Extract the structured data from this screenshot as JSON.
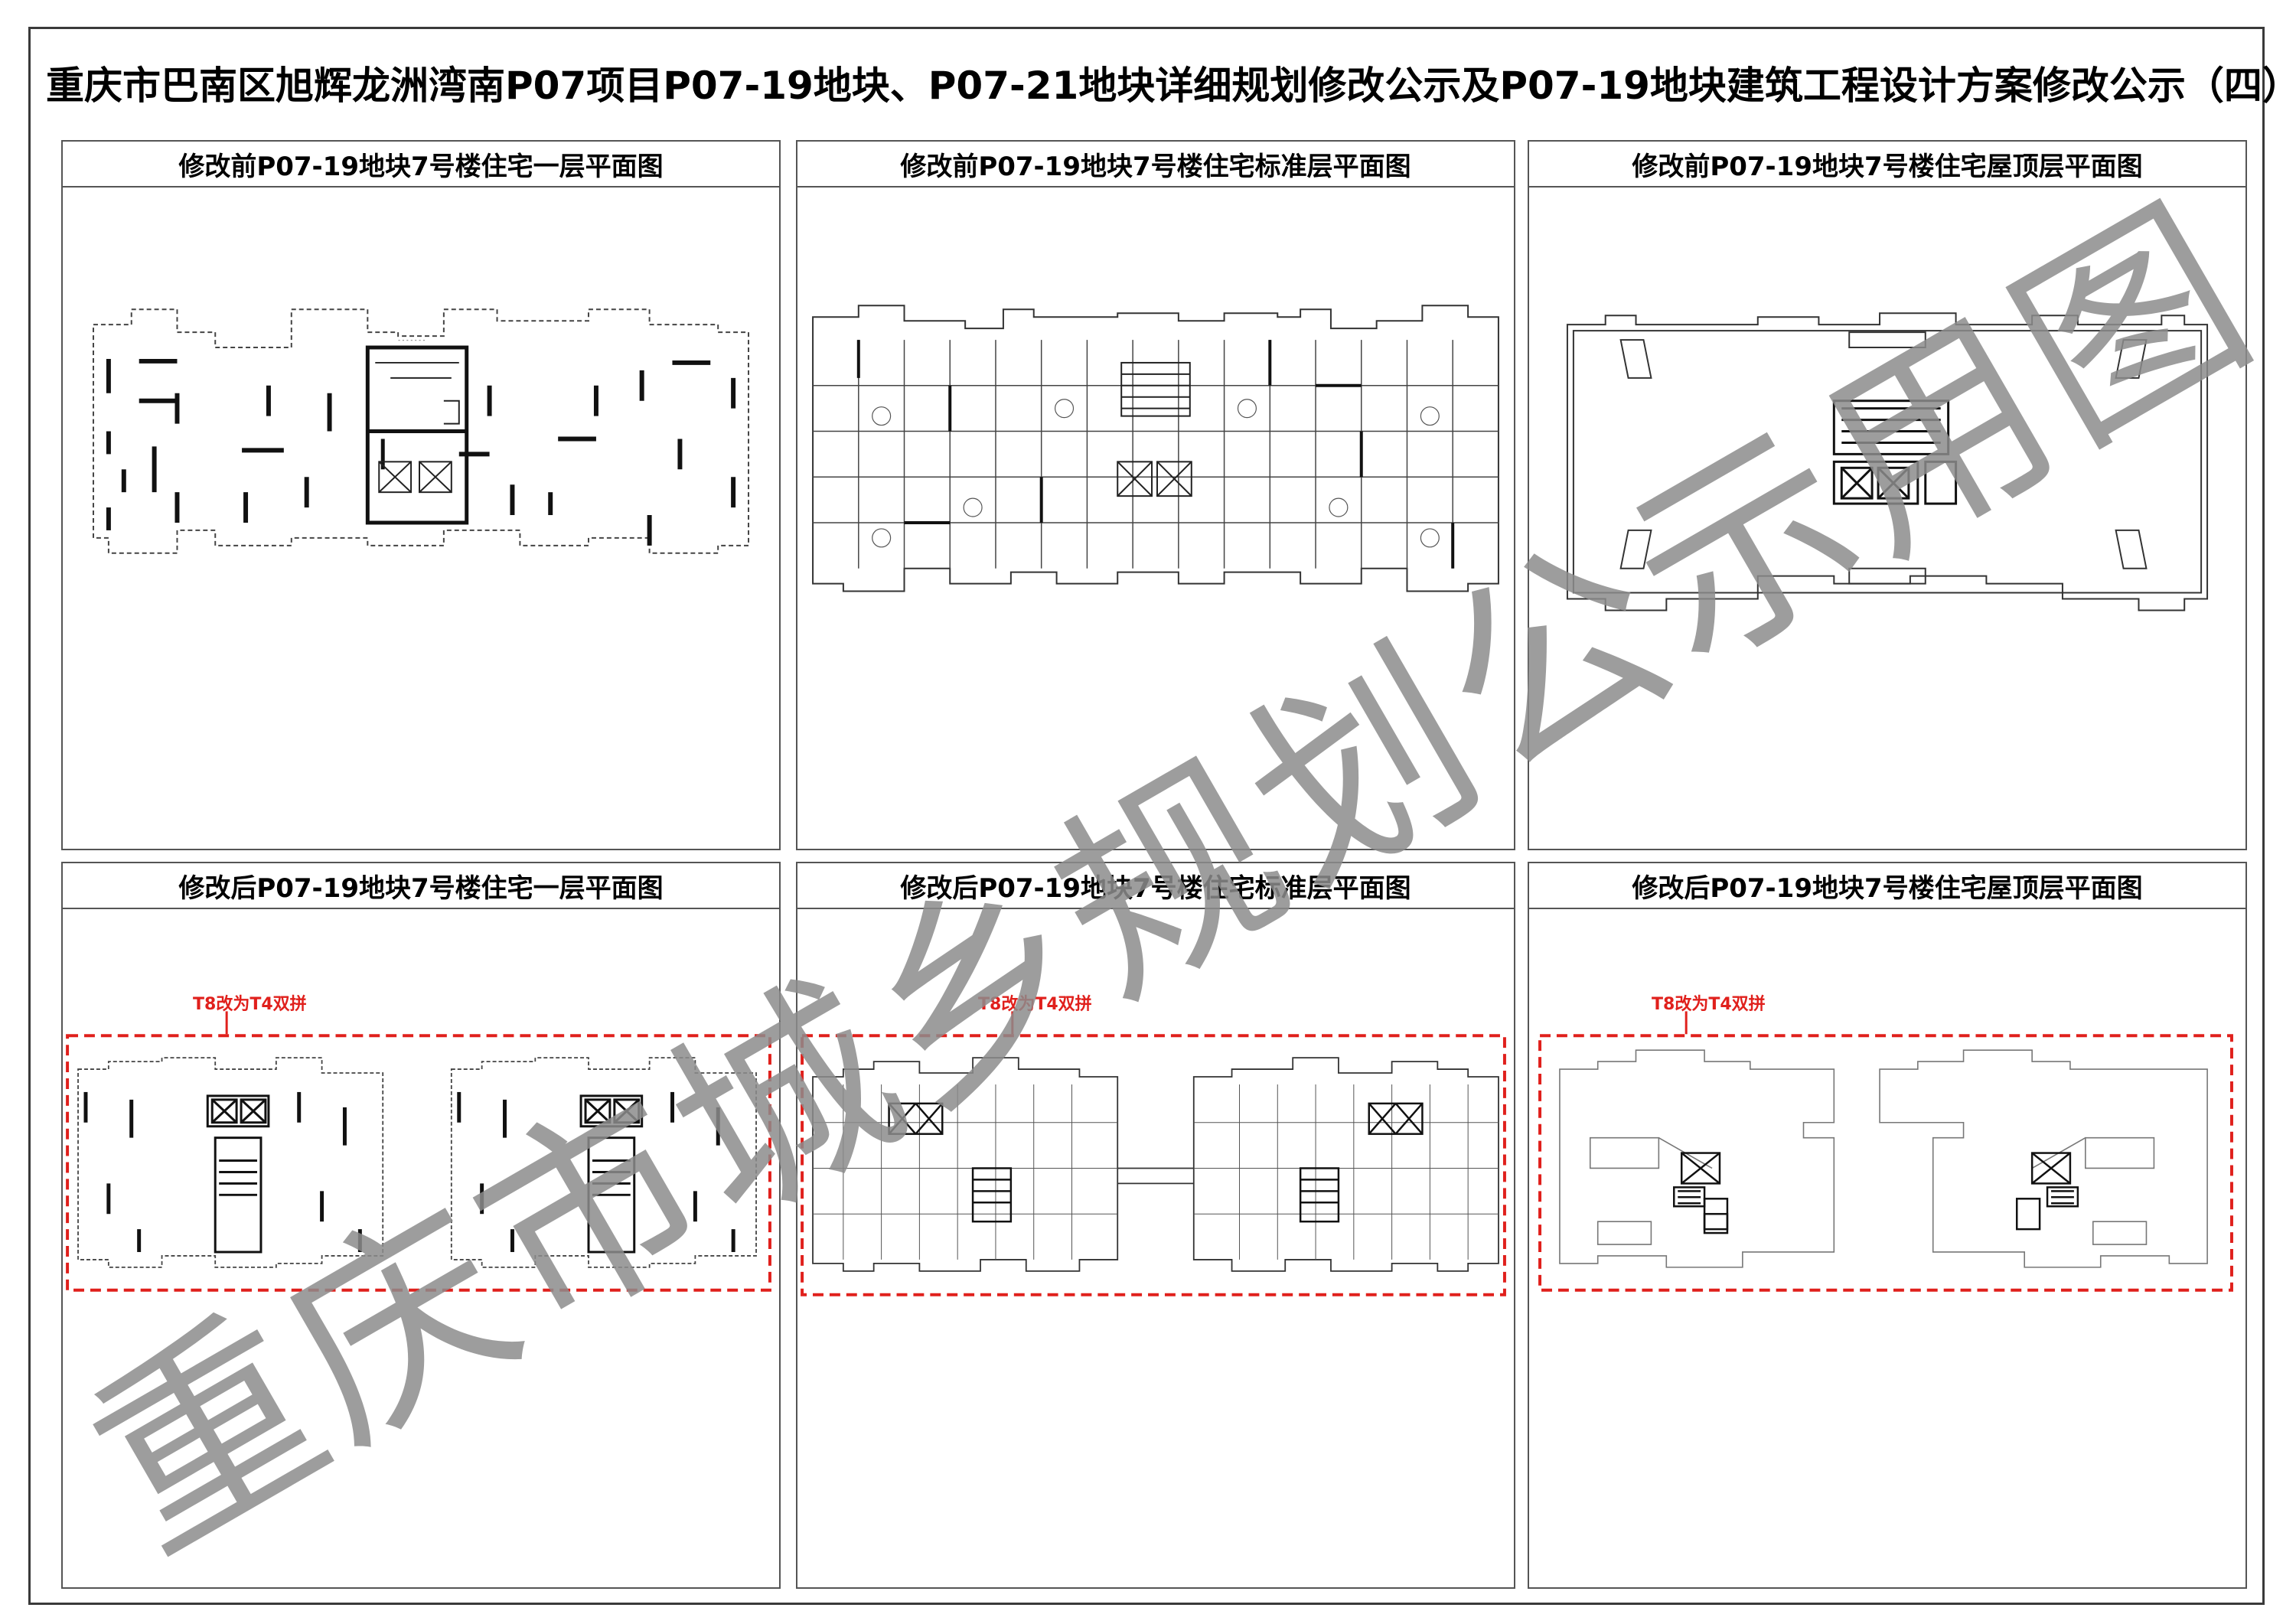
{
  "title": "重庆市巴南区旭辉龙洲湾南P07项目P07-19地块、P07-21地块详细规划修改公示及P07-19地块建筑工程设计方案修改公示（四）",
  "panels": [
    {
      "heading": "修改前P07-19地块7号楼住宅一层平面图"
    },
    {
      "heading": "修改前P07-19地块7号楼住宅标准层平面图"
    },
    {
      "heading": "修改前P07-19地块7号楼住宅屋顶层平面图"
    },
    {
      "heading": "修改后P07-19地块7号楼住宅一层平面图",
      "note": "T8改为T4双拼"
    },
    {
      "heading": "修改后P07-19地块7号楼住宅标准层平面图",
      "note": "T8改为T4双拼"
    },
    {
      "heading": "修改后P07-19地块7号楼住宅屋顶层平面图",
      "note": "T8改为T4双拼"
    }
  ],
  "watermark": "重庆市城乡规划公示用图",
  "colors": {
    "note": "#e0201c",
    "watermark": "#8c8c8c",
    "drawing": "#222222"
  }
}
